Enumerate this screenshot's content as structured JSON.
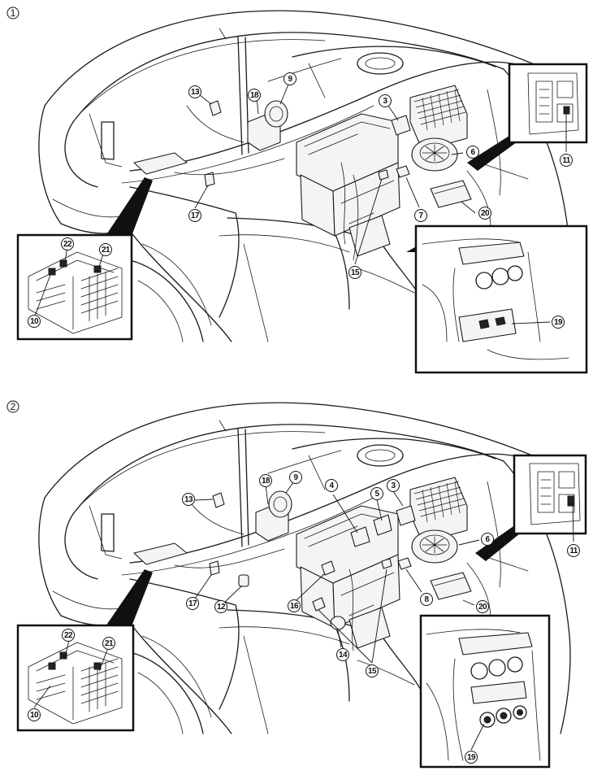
{
  "view1": {
    "number": "1",
    "callouts": [
      {
        "id": "c1-13",
        "label": "13"
      },
      {
        "id": "c1-18",
        "label": "18"
      },
      {
        "id": "c1-9",
        "label": "9"
      },
      {
        "id": "c1-3",
        "label": "3"
      },
      {
        "id": "c1-6",
        "label": "6"
      },
      {
        "id": "c1-11",
        "label": "11"
      },
      {
        "id": "c1-7",
        "label": "7"
      },
      {
        "id": "c1-20",
        "label": "20"
      },
      {
        "id": "c1-17",
        "label": "17"
      },
      {
        "id": "c1-15",
        "label": "15"
      },
      {
        "id": "c1-22",
        "label": "22"
      },
      {
        "id": "c1-21",
        "label": "21"
      },
      {
        "id": "c1-10",
        "label": "10"
      },
      {
        "id": "c1-19",
        "label": "19"
      }
    ]
  },
  "view2": {
    "number": "2",
    "callouts": [
      {
        "id": "c2-13",
        "label": "13"
      },
      {
        "id": "c2-18",
        "label": "18"
      },
      {
        "id": "c2-9",
        "label": "9"
      },
      {
        "id": "c2-4",
        "label": "4"
      },
      {
        "id": "c2-5",
        "label": "5"
      },
      {
        "id": "c2-3",
        "label": "3"
      },
      {
        "id": "c2-6",
        "label": "6"
      },
      {
        "id": "c2-11",
        "label": "11"
      },
      {
        "id": "c2-8",
        "label": "8"
      },
      {
        "id": "c2-20",
        "label": "20"
      },
      {
        "id": "c2-17",
        "label": "17"
      },
      {
        "id": "c2-12",
        "label": "12"
      },
      {
        "id": "c2-16",
        "label": "16"
      },
      {
        "id": "c2-14",
        "label": "14"
      },
      {
        "id": "c2-15",
        "label": "15"
      },
      {
        "id": "c2-22",
        "label": "22"
      },
      {
        "id": "c2-21",
        "label": "21"
      },
      {
        "id": "c2-10",
        "label": "10"
      },
      {
        "id": "c2-19",
        "label": "19"
      }
    ]
  }
}
